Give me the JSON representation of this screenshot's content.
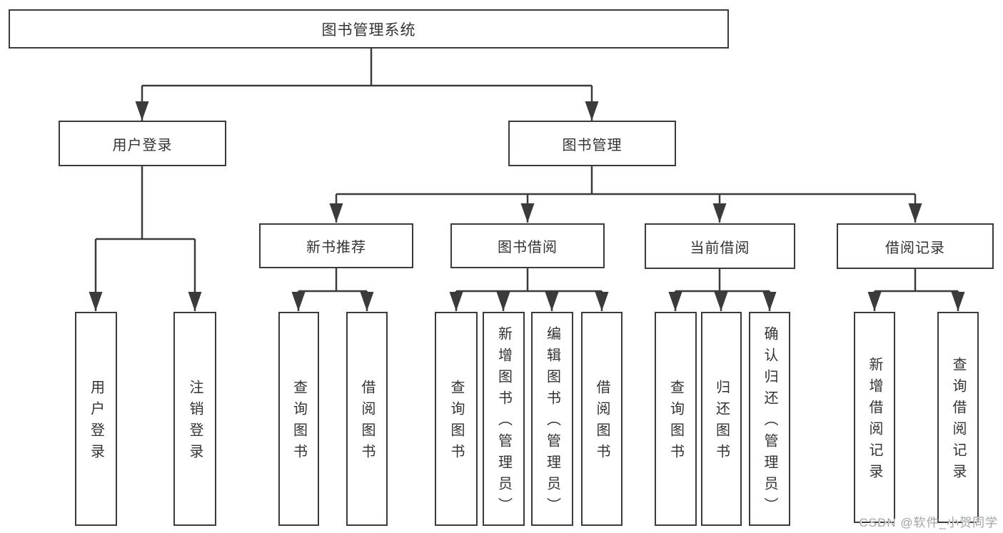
{
  "diagram": {
    "type": "hierarchy-tree",
    "title": "图书管理系统",
    "colors": {
      "line": "#3b3b3b",
      "text": "#333333",
      "background": "#ffffff",
      "watermark": "#a6a9a8"
    }
  },
  "nodes": {
    "root": {
      "label": "图书管理系统"
    },
    "branches": [
      {
        "label": "用户登录"
      },
      {
        "label": "图书管理"
      }
    ],
    "groups": [
      {
        "label": "新书推荐",
        "parent": "图书管理"
      },
      {
        "label": "图书借阅",
        "parent": "图书管理"
      },
      {
        "label": "当前借阅",
        "parent": "图书管理"
      },
      {
        "label": "借阅记录",
        "parent": "图书管理"
      }
    ],
    "leaves": [
      {
        "label": "用户登录",
        "parent": "用户登录"
      },
      {
        "label": "注销登录",
        "parent": "用户登录"
      },
      {
        "label": "查询图书",
        "parent": "新书推荐"
      },
      {
        "label": "借阅图书",
        "parent": "新书推荐"
      },
      {
        "label": "查询图书",
        "parent": "图书借阅"
      },
      {
        "label": "新增图书（管理员）",
        "parent": "图书借阅"
      },
      {
        "label": "编辑图书（管理员）",
        "parent": "图书借阅"
      },
      {
        "label": "借阅图书",
        "parent": "图书借阅"
      },
      {
        "label": "查询图书",
        "parent": "当前借阅"
      },
      {
        "label": "归还图书",
        "parent": "当前借阅"
      },
      {
        "label": "确认归还（管理员）",
        "parent": "当前借阅"
      },
      {
        "label": "新增借阅记录",
        "parent": "借阅记录"
      },
      {
        "label": "查询借阅记录",
        "parent": "借阅记录"
      }
    ]
  },
  "watermark": "CSDN @软件_小贺同学"
}
